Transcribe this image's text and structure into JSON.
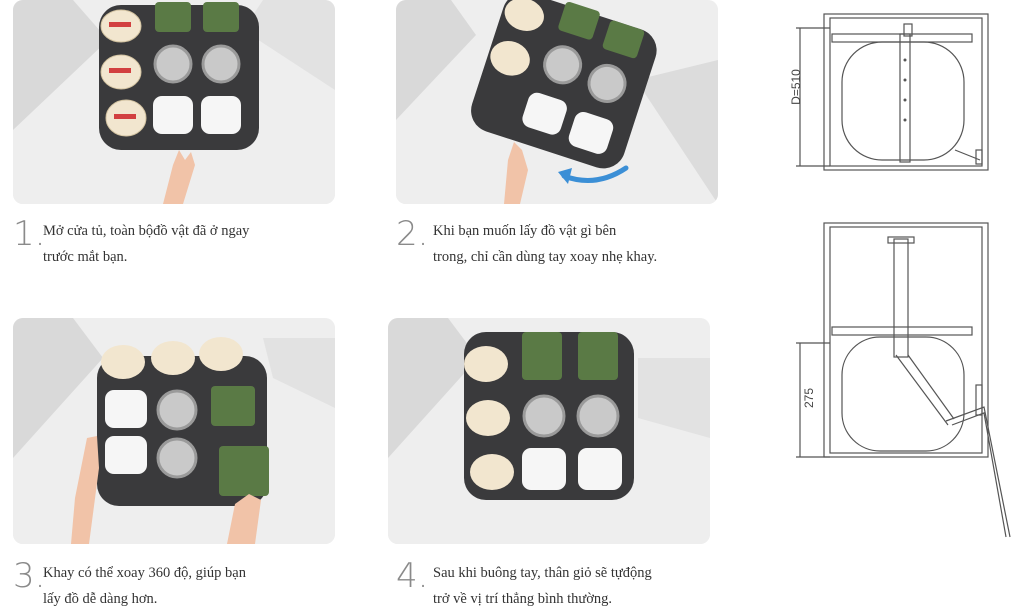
{
  "steps": [
    {
      "number": "1.",
      "line1": "Mở cửa tủ, toàn bộđồ vật đã ở ngay",
      "line2": "trước mắt bạn."
    },
    {
      "number": "2.",
      "line1": "Khi bạn muốn lấy đồ vật gì bên",
      "line2": "trong, chỉ cần dùng tay xoay nhẹ khay."
    },
    {
      "number": "3.",
      "line1": "Khay có thể xoay 360 độ, giúp bạn",
      "line2": "lấy đồ dễ dàng hơn."
    },
    {
      "number": "4.",
      "line1": "Sau khi buông tay, thân giỏ sẽ tựđộng",
      "line2": "trở về vị trí thẳng bình thường."
    }
  ],
  "diagrams": {
    "top_label": "D=510",
    "bottom_label": "275"
  },
  "colors": {
    "tray": "#3a3a3c",
    "accent_arrow": "#3b8fd6",
    "jar_green": "#5a7a45"
  }
}
